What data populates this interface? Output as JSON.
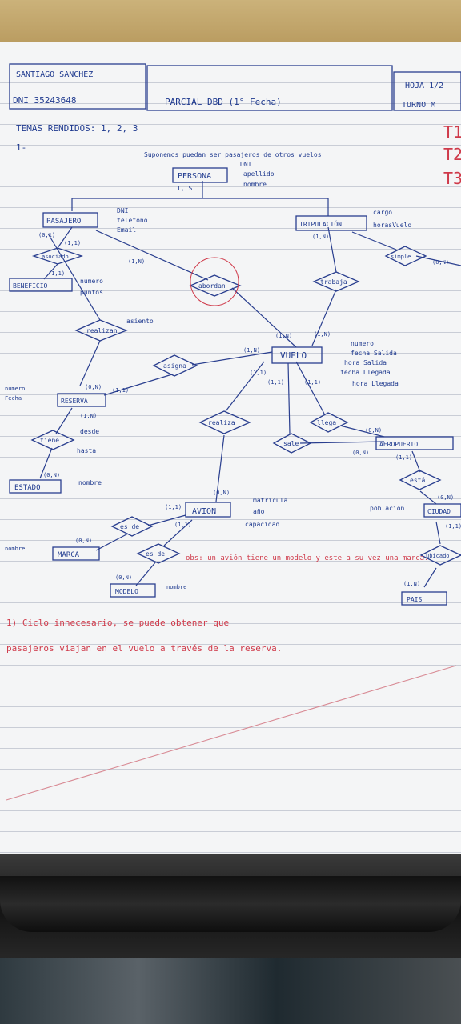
{
  "header": {
    "name": "SANTIAGO SANCHEZ",
    "dni": "DNI 35243648",
    "exam": "PARCIAL DBD (1° Fecha)",
    "sheet": "HOJA 1/2",
    "shift": "TURNO M",
    "topics": "TEMAS RENDIDOS: 1, 2, 3",
    "margin_marks": [
      "T1",
      "T2",
      "T3"
    ],
    "item_number": "1-",
    "assumption": "Suponemos puedan ser pasajeros de otros vuelos"
  },
  "entities": {
    "persona": {
      "name": "PERSONA",
      "attrs": [
        "DNI",
        "apellido",
        "nombre"
      ],
      "card": "T, S"
    },
    "pasajero": {
      "name": "PASAJERO",
      "attrs": [
        "DNI",
        "telefono",
        "Email"
      ]
    },
    "tripulacion": {
      "name": "TRIPULACIÓN",
      "attrs": [
        "cargo",
        "horasVuelo"
      ]
    },
    "beneficio": {
      "name": "BENEFICIO",
      "attrs": [
        "numero",
        "puntos"
      ]
    },
    "vuelo": {
      "name": "VUELO",
      "attrs": [
        "numero",
        "fecha Salida",
        "hora Salida",
        "fecha Llegada",
        "hora Llegada"
      ]
    },
    "reserva": {
      "name": "RESERVA",
      "attrs": [
        "numero",
        "Fecha"
      ]
    },
    "estado": {
      "name": "ESTADO",
      "attrs": [
        "nombre"
      ]
    },
    "aeropuerto": {
      "name": "AEROPUERTO"
    },
    "avion": {
      "name": "AVION",
      "attrs": [
        "matricula",
        "año",
        "capacidad"
      ]
    },
    "marca": {
      "name": "MARCA",
      "attrs": [
        "nombre"
      ]
    },
    "modelo": {
      "name": "MODELO",
      "attrs": [
        "nombre"
      ]
    },
    "ciudad": {
      "name": "CIUDAD",
      "attrs": [
        "poblacion"
      ]
    },
    "pais": {
      "name": "PAIS"
    }
  },
  "relations": {
    "asociado": "asociado",
    "realizan": "realizan",
    "abordan": "abordan",
    "trabaja": "trabaja",
    "asigna": "asigna",
    "tiene": "tiene",
    "realiza": "realiza",
    "sale": "sale",
    "llega": "llega",
    "es_de": "es de",
    "es_de2": "es de",
    "simple": "simple",
    "esta": "está",
    "ubicado": "ubicado"
  },
  "cardinalities": {
    "pas_01": "(0,1)",
    "pas_11": "(1,1)",
    "pas_1n": "(1,N)",
    "ben_11": "(1,1)",
    "tri_1n": "(1,N)",
    "tri_0n": "(0,N)",
    "vue_1n_a": "(1,N)",
    "vue_1n_b": "(1,N)",
    "vue_1n_c": "(1,N)",
    "vue_11": "(1,1)",
    "vue_11b": "(1,1)",
    "vue_11c": "(1,1)",
    "res_0n": "(0,N)",
    "res_11": "(1,1)",
    "res_1n": "(1,N)",
    "est_0n": "(0,N)",
    "aer_0n": "(0,N)",
    "aer_0n2": "(0,N)",
    "aer_11": "(1,1)",
    "avi_0n": "(0,N)",
    "avi_11": "(1,1)",
    "avi_11b": "(1,1)",
    "mar_0n": "(0,N)",
    "mod_0n": "(0,N)",
    "ciu_0n": "(0,N)",
    "ciu_11": "(1,1)",
    "pai_1n": "(1,N)"
  },
  "reserva_attrs": [
    "desde",
    "hasta",
    "asiento"
  ],
  "notes": {
    "obs": "obs: un avión tiene un modelo y este a su vez una marca.",
    "cycle_line1": "1) Ciclo innecesario, se puede obtener que",
    "cycle_line2": "pasajeros viajan en el vuelo a través de la reserva."
  },
  "colors": {
    "ink_blue": "#1f3a8f",
    "ink_red": "#cf3a4a",
    "paper": "#f4f5f6"
  }
}
